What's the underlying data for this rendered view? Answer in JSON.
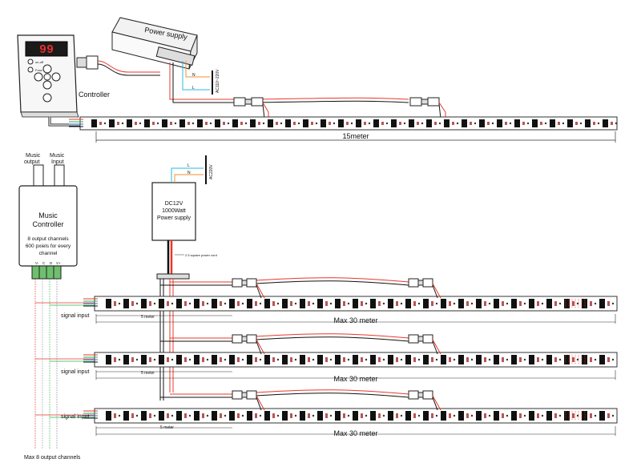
{
  "controller": {
    "display_value": "99",
    "label": "Controller",
    "btn_on_off": "on-off",
    "btn_func": "Func"
  },
  "power_supply_top": {
    "label": "Power supply"
  },
  "ac_top": {
    "label": "AC110~220V",
    "n_label": "N",
    "l_label": "L"
  },
  "top_strip": {
    "length_label": "15meter"
  },
  "music_controller": {
    "output_label": "Music\noutput",
    "input_label": "Music\nInput",
    "title_line1": "Music",
    "title_line2": "Controller",
    "desc_line1": "8 output channels",
    "desc_line2": "600 pxiels for every",
    "desc_line3": "channel",
    "terminals": [
      "V-",
      "C",
      "D",
      "V+"
    ]
  },
  "power_supply_bottom": {
    "line1": "DC12V",
    "line2": "1000Watt",
    "line3": "Power supply",
    "cord_label": "2.5 square power cord"
  },
  "ac_bottom": {
    "label": "AC220V",
    "l_label": "L",
    "n_label": "N"
  },
  "channels": [
    {
      "signal_label": "signal input",
      "segment_label": "5 meter",
      "max_label": "Max 30 meter"
    },
    {
      "signal_label": "signal input",
      "segment_label": "5 meter",
      "max_label": "Max 30 meter"
    },
    {
      "signal_label": "signal input",
      "segment_label": "5 meter",
      "max_label": "Max 30 meter"
    }
  ],
  "footer": {
    "label": "Max 8 output channels"
  },
  "colors": {
    "red": "#e8382c",
    "green": "#2bb24c",
    "blue": "#2b6fd6",
    "black": "#111111",
    "cyan": "#29b9e6",
    "orange": "#f0902c",
    "strip_outline": "#333333"
  }
}
